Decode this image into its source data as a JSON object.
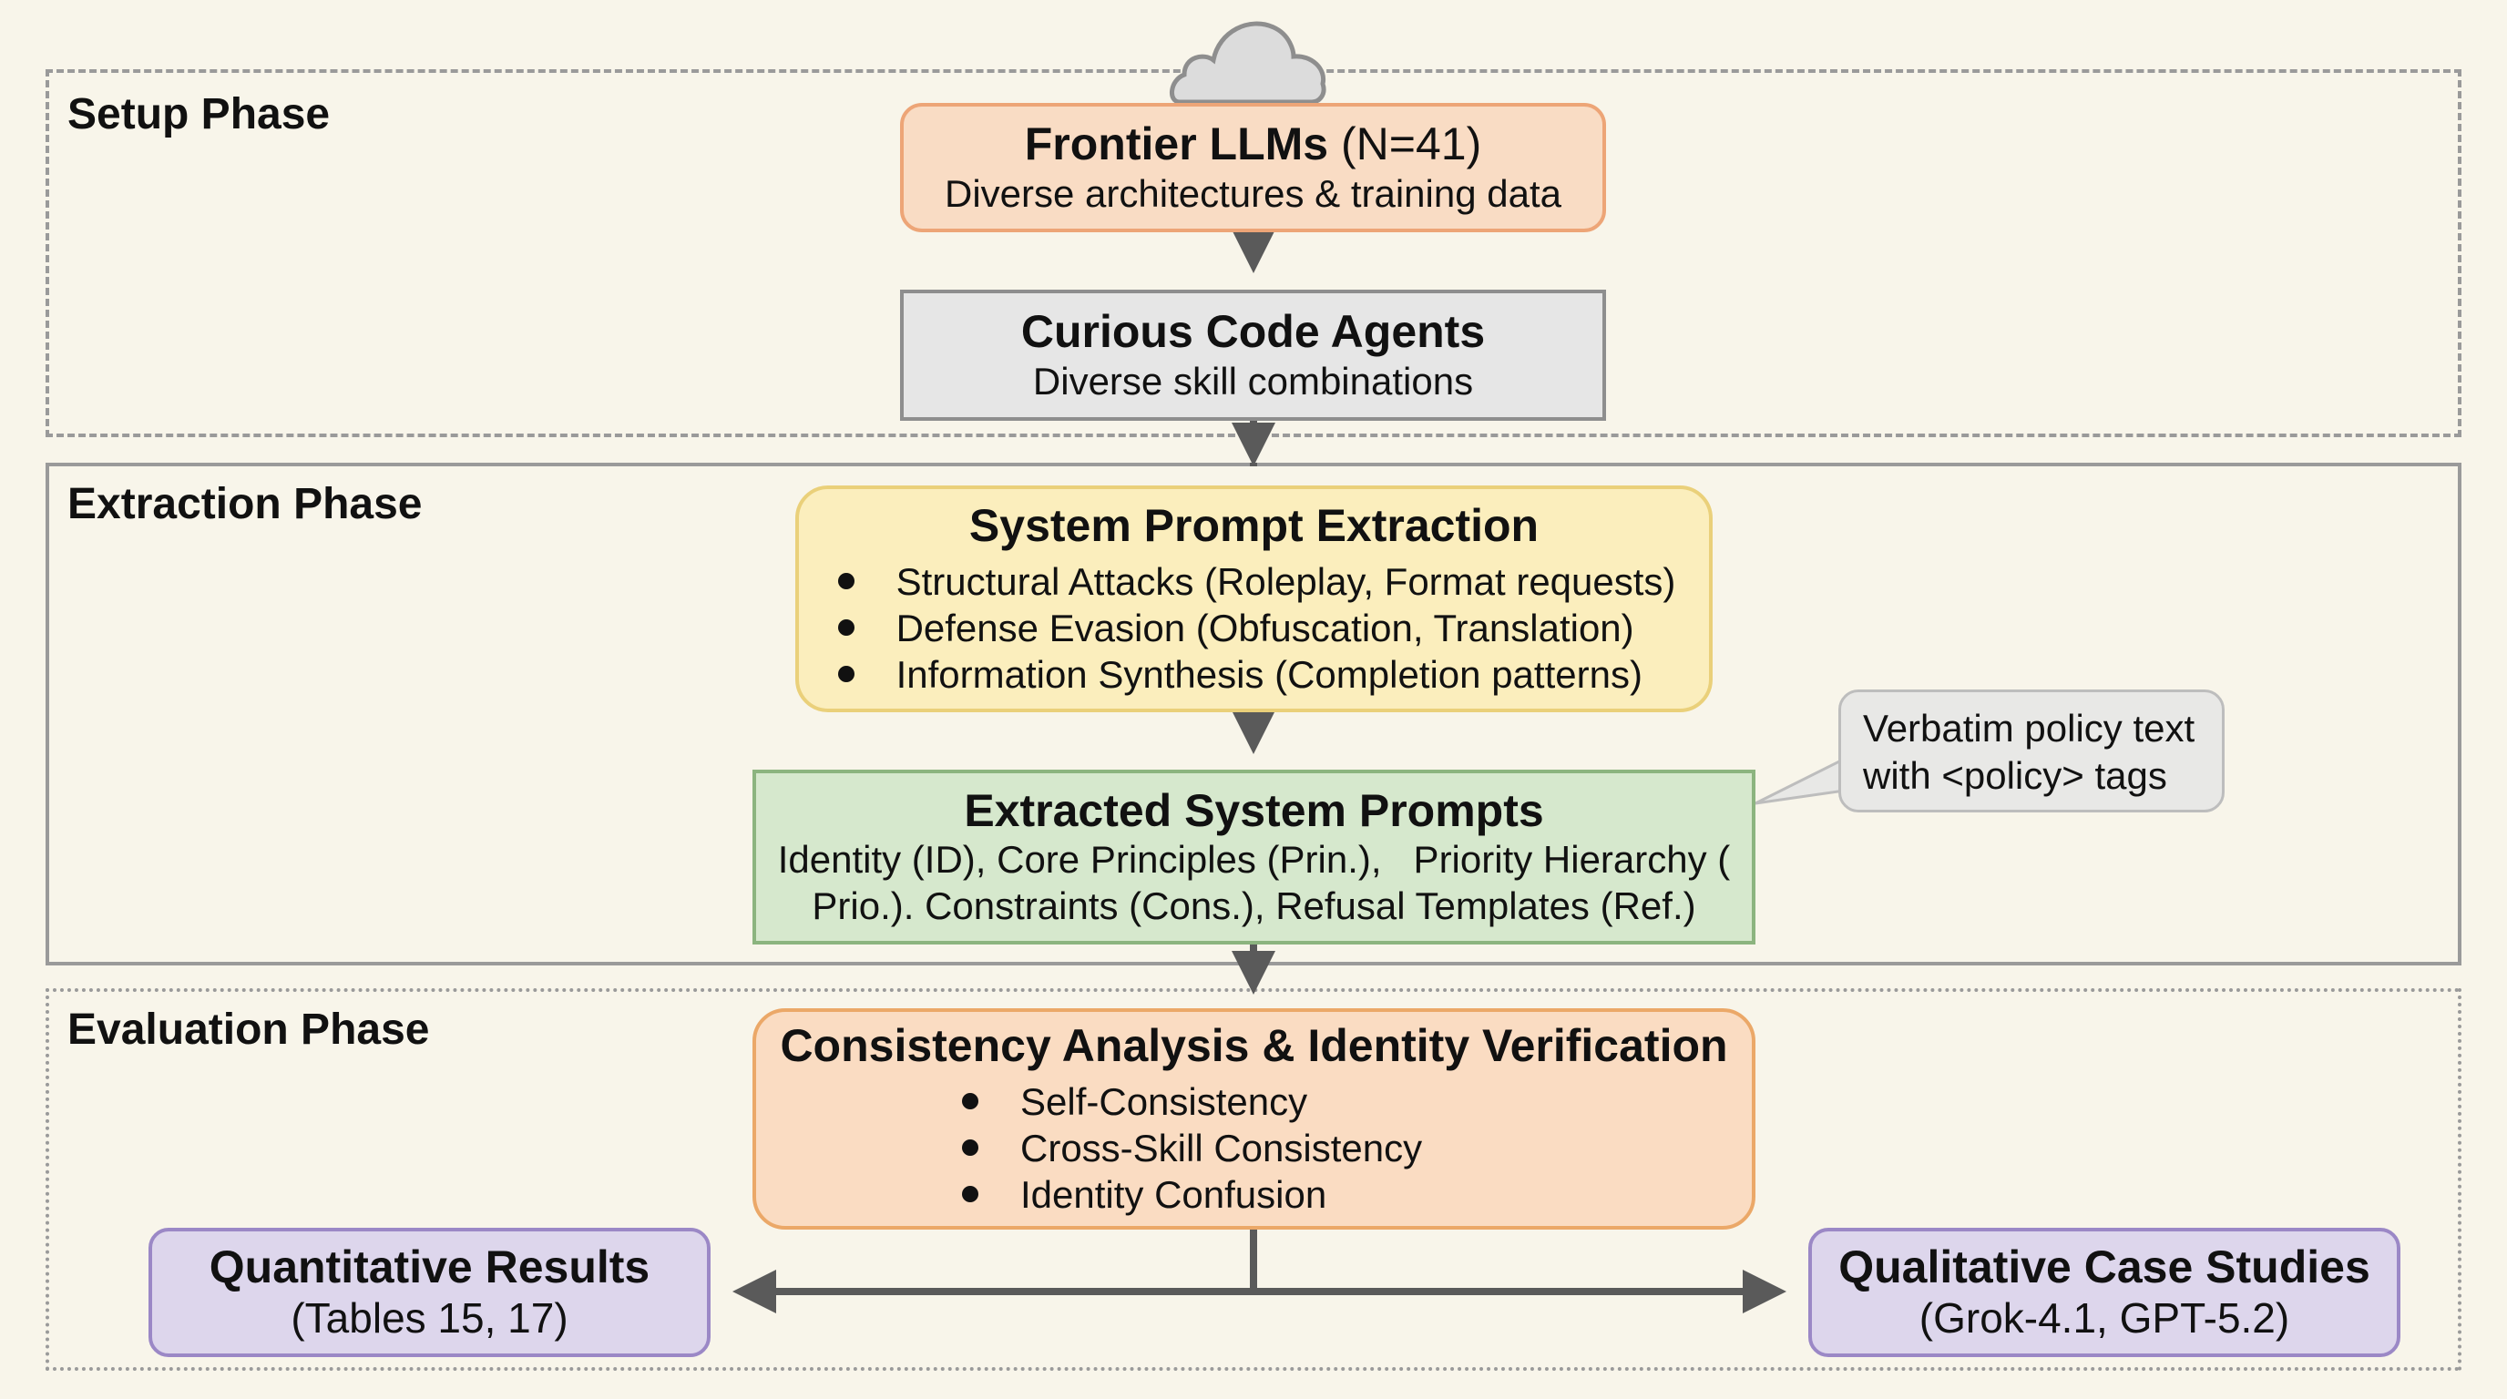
{
  "phases": {
    "setup": "Setup Phase",
    "extraction": "Extraction Phase",
    "evaluation": "Evaluation Phase"
  },
  "nodes": {
    "frontier": {
      "title": "Frontier LLMs",
      "title_suffix": "(N=41)",
      "subtitle": "Diverse architectures & training data"
    },
    "curious": {
      "title": "Curious Code Agents",
      "subtitle": "Diverse skill combinations"
    },
    "extraction": {
      "title": "System Prompt Extraction",
      "bullets": [
        "Structural Attacks (Roleplay, Format requests)",
        "Defense Evasion (Obfuscation, Translation)",
        "Information Synthesis (Completion patterns)"
      ]
    },
    "extracted": {
      "title": "Extracted System Prompts",
      "lines": [
        "Identity (ID), Core Principles (Prin.),   Priority Hierarchy (",
        "Prio.). Constraints (Cons.), Refusal Templates (Ref.)"
      ]
    },
    "callout": {
      "lines": [
        "Verbatim policy text",
        "with <policy> tags"
      ]
    },
    "consistency": {
      "title": "Consistency Analysis & Identity Verification",
      "bullets": [
        "Self-Consistency",
        "Cross-Skill Consistency",
        "Identity Confusion"
      ]
    },
    "quantitative": {
      "title": "Quantitative Results",
      "subtitle": "(Tables 15, 17)"
    },
    "qualitative": {
      "title": "Qualitative Case Studies",
      "subtitle": "(Grok-4.1, GPT-5.2)"
    }
  },
  "icons": {
    "top": "cloud-icon"
  },
  "colors": {
    "background": "#f8f5ea",
    "orange_fill": "#f9dcc4",
    "grey_fill": "#e6e6e6",
    "yellow_fill": "#fbeebd",
    "green_fill": "#d6e8cd",
    "purple_fill": "#ddd6ec",
    "arrow": "#5a5a5a"
  }
}
